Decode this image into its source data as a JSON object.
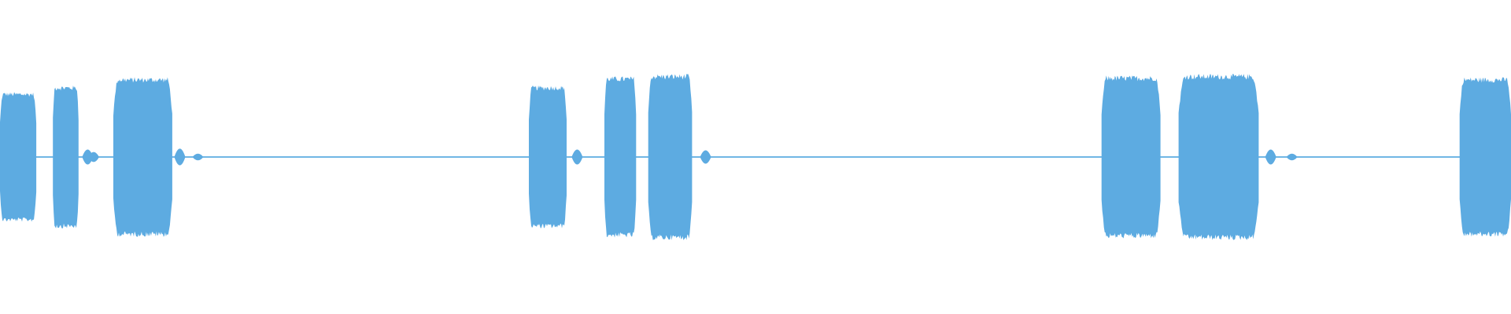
{
  "waveform": {
    "color": "#5DABE1",
    "background": "#FFFFFF",
    "bursts": [
      {
        "start": 0.0,
        "end": 0.024,
        "level": 0.78
      },
      {
        "start": 0.035,
        "end": 0.052,
        "level": 0.86
      },
      {
        "start": 0.075,
        "end": 0.114,
        "level": 0.96
      },
      {
        "start": 0.35,
        "end": 0.375,
        "level": 0.86
      },
      {
        "start": 0.4,
        "end": 0.421,
        "level": 0.97
      },
      {
        "start": 0.429,
        "end": 0.458,
        "level": 1.0
      },
      {
        "start": 0.729,
        "end": 0.768,
        "level": 0.98
      },
      {
        "start": 0.78,
        "end": 0.833,
        "level": 1.0
      },
      {
        "start": 0.966,
        "end": 1.0,
        "level": 0.96
      }
    ],
    "blips": [
      {
        "position": 0.058,
        "level": 0.09
      },
      {
        "position": 0.062,
        "level": 0.06
      },
      {
        "position": 0.119,
        "level": 0.1
      },
      {
        "position": 0.131,
        "level": 0.04
      },
      {
        "position": 0.382,
        "level": 0.09
      },
      {
        "position": 0.467,
        "level": 0.08
      },
      {
        "position": 0.841,
        "level": 0.09
      },
      {
        "position": 0.855,
        "level": 0.04
      }
    ],
    "noise_level": 0.008
  }
}
